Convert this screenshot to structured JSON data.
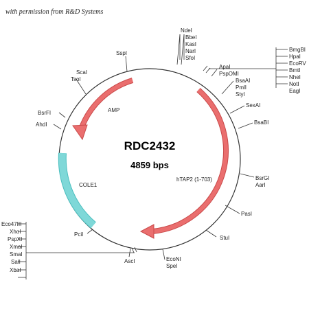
{
  "permission": "with permission from R&D Systems",
  "plasmid": {
    "name": "RDC2432",
    "size": "4859 bps"
  },
  "features": {
    "amp": "AMP",
    "cole1": "COLE1",
    "htap2": "hTAP2 (1-703)"
  },
  "colors": {
    "arrow_fill": "#ea6e6e",
    "arrow_stroke": "#c94a4a",
    "cole1_fill": "#7fd8d8",
    "cole1_stroke": "#4bbfbf",
    "circle": "#333333"
  },
  "sites": {
    "ndei": "NdeI",
    "bbei": "BbeI",
    "kasi": "KasI",
    "nari": "NarI",
    "sfoi": "SfoI",
    "bmgbi": "BmgBI",
    "hpai": "HpaI",
    "ecorv": "EcoRV",
    "bmti": "BmtI",
    "nhei": "NheI",
    "noti": "NotI",
    "eagi": "EagI",
    "apai": "ApaI",
    "pspomi": "PspOMI",
    "bsaai": "BsaAI",
    "pmli": "PmlI",
    "styi": "StyI",
    "sexai": "SexAI",
    "bsabi": "BsaBI",
    "bsrgi": "BsrGI",
    "aari": "AarI",
    "pasi": "PasI",
    "stui": "StuI",
    "econi": "EcoNI",
    "spei": "SpeI",
    "asci": "AscI",
    "pcii": "PciI",
    "eco47iii": "Eco47III",
    "xhoi": "XhoI",
    "pspxi": "PspXI",
    "xmai": "XmaI",
    "smai": "SmaI",
    "sali": "SalI",
    "xbai": "XbaI",
    "ahdi": "AhdI",
    "bsrfi": "BsrFI",
    "tsoi": "TsoI",
    "scai": "ScaI",
    "sspi": "SspI"
  }
}
